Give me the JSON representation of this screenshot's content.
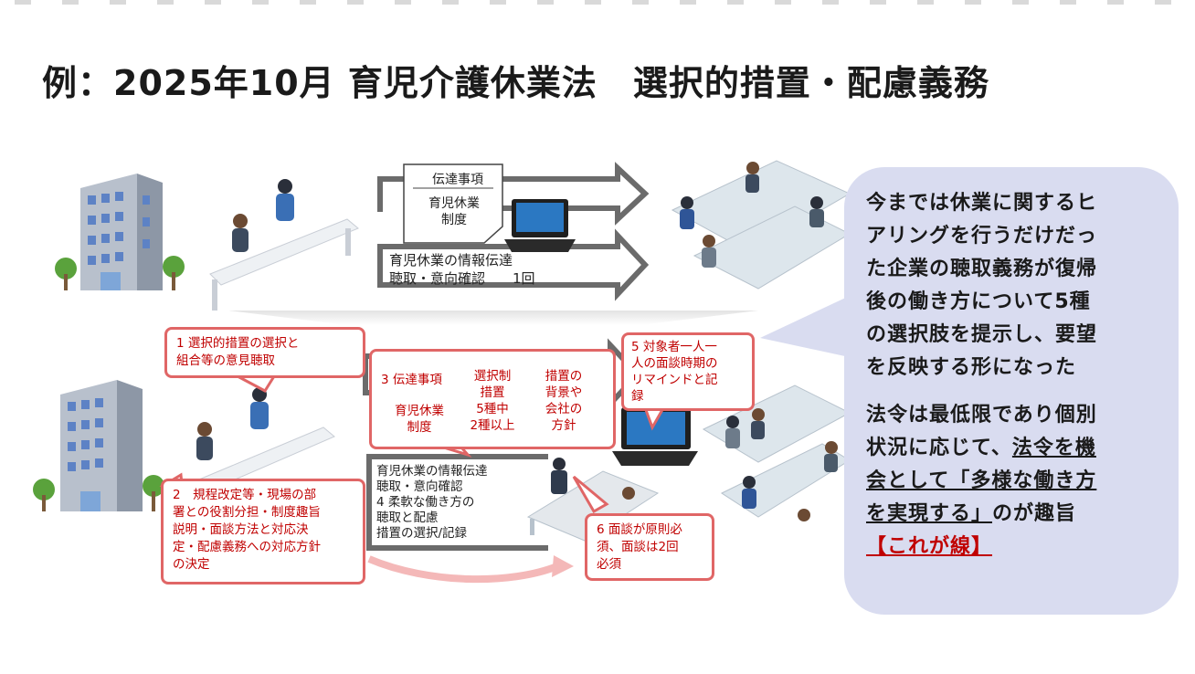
{
  "title": "例：2025年10月 育児介護休業法　選択的措置・配慮義務",
  "top_flow": {
    "doc_card_title": "伝達事項",
    "doc_card_body": "育児休業\n制度",
    "arrow_text_line1": "育児休業の情報伝達",
    "arrow_text_line2": "聴取・意向確認　　1回"
  },
  "bottom_flow": {
    "callout1": "1 選択的措置の選択と\n  組合等の意見聴取",
    "callout2": "2　規程改定等・現場の部\n署との役割分担・制度趣旨\n説明・面談方法と対応決\n定・配慮義務への対応方針\nの決定",
    "box3_col1_title": "3 伝達事項",
    "box3_col1_body": "育児休業\n制度",
    "box3_col2": "選択制\n措置\n5種中\n2種以上",
    "box3_col3": "措置の\n背景や\n会社の\n方針",
    "callout5": "5 対象者一人一\n人の面談時期の\nリマインドと記\n録",
    "arrow_text": "育児休業の情報伝達\n聴取・意向確認\n4 柔軟な働き方の\n聴取と配慮\n措置の選択/記録",
    "callout6": "6 面談が原則必\n須、面談は2回\n必須"
  },
  "speech": {
    "para1": "今までは休業に関するヒ\nアリングを行うだけだっ\nた企業の聴取義務が復帰\n後の働き方について5種\nの選択肢を提示し、要望\nを反映する形になった",
    "para2_a": "法令は最低限であり個別\n状況に応じて、",
    "para2_b": "法令を機",
    "para2_c": "会として「多様な働き方\nを実現する」",
    "para2_d": "のが趣旨",
    "para2_e": "【これが線】"
  },
  "colors": {
    "callout_border": "#e06666",
    "callout_text": "#c00000",
    "speech_bg": "#d9dcf0",
    "arrow_stroke": "#6b6b6b"
  }
}
